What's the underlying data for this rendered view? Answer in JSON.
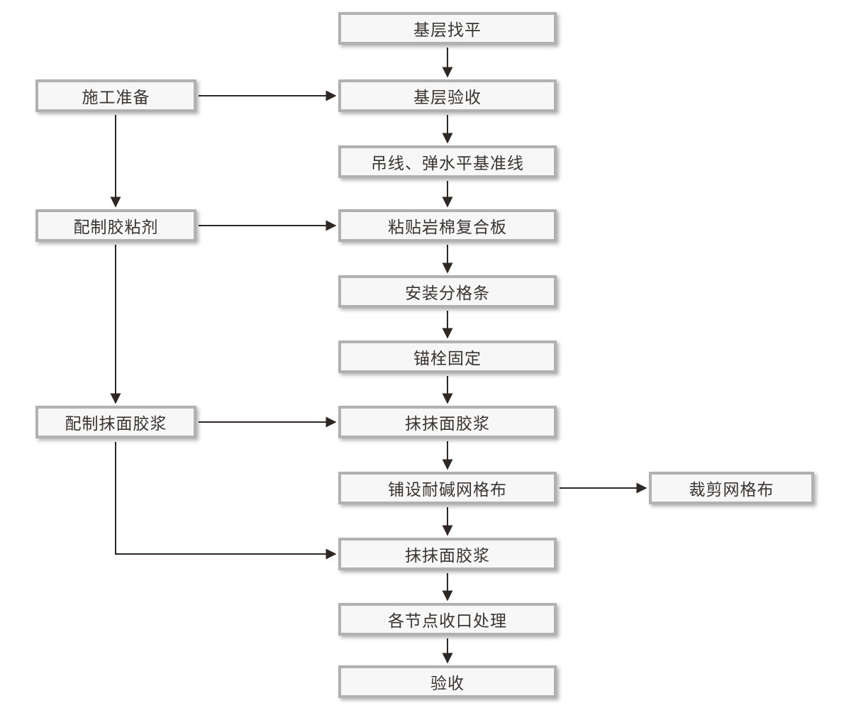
{
  "diagram": {
    "type": "flowchart",
    "language": "zh-CN",
    "colors": {
      "background": "#ffffff",
      "box_fill": "#f7f7f7",
      "box_border": "#b1b1b1",
      "arrow": "#2e2723",
      "text": "#3a3431"
    },
    "nodes": [
      {
        "id": "base-leveling",
        "label": "基层找平",
        "column": "center",
        "row": 1
      },
      {
        "id": "base-acceptance",
        "label": "基层验收",
        "column": "center",
        "row": 2
      },
      {
        "id": "hang-line",
        "label": "吊线、弹水平基准线",
        "column": "center",
        "row": 3
      },
      {
        "id": "paste-rockwool",
        "label": "粘贴岩棉复合板",
        "column": "center",
        "row": 4
      },
      {
        "id": "install-grid-strip",
        "label": "安装分格条",
        "column": "center",
        "row": 5
      },
      {
        "id": "anchor-fixing",
        "label": "锚栓固定",
        "column": "center",
        "row": 6
      },
      {
        "id": "apply-mortar-1",
        "label": "抹抹面胶浆",
        "column": "center",
        "row": 7
      },
      {
        "id": "lay-alkali-mesh",
        "label": "铺设耐碱网格布",
        "column": "center",
        "row": 8
      },
      {
        "id": "apply-mortar-2",
        "label": "抹抹面胶浆",
        "column": "center",
        "row": 9
      },
      {
        "id": "node-closure",
        "label": "各节点收口处理",
        "column": "center",
        "row": 10
      },
      {
        "id": "final-acceptance",
        "label": "验收",
        "column": "center",
        "row": 11
      },
      {
        "id": "construction-prep",
        "label": "施工准备",
        "column": "left",
        "row": 2
      },
      {
        "id": "prepare-adhesive",
        "label": "配制胶粘剂",
        "column": "left",
        "row": 4
      },
      {
        "id": "prepare-mortar",
        "label": "配制抹面胶浆",
        "column": "left",
        "row": 7
      },
      {
        "id": "cut-mesh",
        "label": "裁剪网格布",
        "column": "right",
        "row": 8
      }
    ],
    "edges": [
      {
        "from": "base-leveling",
        "to": "base-acceptance",
        "shape": "straight"
      },
      {
        "from": "base-acceptance",
        "to": "hang-line",
        "shape": "straight"
      },
      {
        "from": "hang-line",
        "to": "paste-rockwool",
        "shape": "straight"
      },
      {
        "from": "paste-rockwool",
        "to": "install-grid-strip",
        "shape": "straight"
      },
      {
        "from": "install-grid-strip",
        "to": "anchor-fixing",
        "shape": "straight"
      },
      {
        "from": "anchor-fixing",
        "to": "apply-mortar-1",
        "shape": "straight"
      },
      {
        "from": "apply-mortar-1",
        "to": "lay-alkali-mesh",
        "shape": "straight"
      },
      {
        "from": "lay-alkali-mesh",
        "to": "apply-mortar-2",
        "shape": "straight"
      },
      {
        "from": "apply-mortar-2",
        "to": "node-closure",
        "shape": "straight"
      },
      {
        "from": "node-closure",
        "to": "final-acceptance",
        "shape": "straight"
      },
      {
        "from": "construction-prep",
        "to": "base-acceptance",
        "shape": "straight"
      },
      {
        "from": "construction-prep",
        "to": "prepare-adhesive",
        "shape": "straight"
      },
      {
        "from": "prepare-adhesive",
        "to": "paste-rockwool",
        "shape": "straight"
      },
      {
        "from": "prepare-adhesive",
        "to": "prepare-mortar",
        "shape": "straight"
      },
      {
        "from": "prepare-mortar",
        "to": "apply-mortar-1",
        "shape": "straight"
      },
      {
        "from": "prepare-mortar",
        "to": "apply-mortar-2",
        "shape": "elbow"
      },
      {
        "from": "lay-alkali-mesh",
        "to": "cut-mesh",
        "shape": "straight"
      }
    ]
  }
}
